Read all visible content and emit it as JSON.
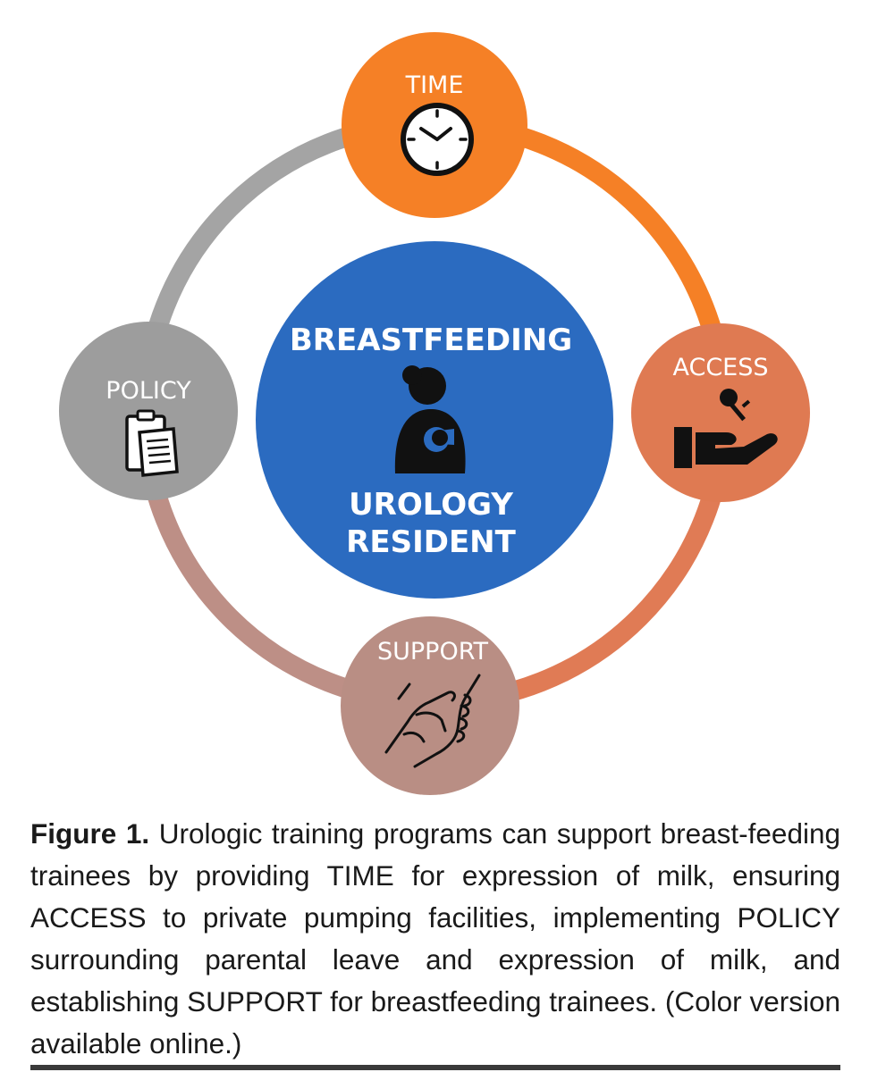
{
  "colors": {
    "time": "#f58026",
    "access": "#df7a52",
    "support": "#b98e84",
    "policy": "#9d9d9d",
    "center": "#2b6bc0",
    "arc_time_access": "#f58026",
    "arc_access_support": "#e07b55",
    "arc_support_policy": "#bd8f86",
    "arc_policy_time": "#a4a4a4"
  },
  "center": {
    "line1": "BREASTFEEDING",
    "line2": "UROLOGY",
    "line3": "RESIDENT",
    "icon": "breastfeeding-mother-icon"
  },
  "nodes": {
    "time": {
      "label": "TIME",
      "icon": "clock-icon"
    },
    "access": {
      "label": "ACCESS",
      "icon": "key-hand-icon"
    },
    "support": {
      "label": "SUPPORT",
      "icon": "helping-hands-icon"
    },
    "policy": {
      "label": "POLICY",
      "icon": "clipboard-icon"
    }
  },
  "caption": {
    "label": "Figure 1.",
    "text": " Urologic training programs can support breast-feeding trainees by providing TIME for expression of milk, ensuring ACCESS to private pumping facilities, implementing POLICY surrounding parental leave and expression of milk, and establishing SUPPORT for breastfeeding trainees. (Color version available online.)"
  }
}
